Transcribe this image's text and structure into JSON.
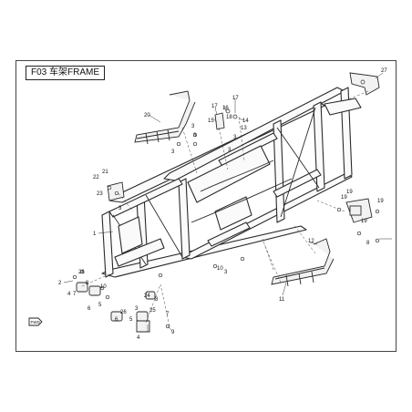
{
  "title": "F03 车架FRAME",
  "badge": "FWD",
  "callouts": [
    {
      "id": "c27",
      "label": "27"
    },
    {
      "id": "c20",
      "label": "20"
    },
    {
      "id": "c17a",
      "label": "17"
    },
    {
      "id": "c17b",
      "label": "17"
    },
    {
      "id": "c16",
      "label": "16"
    },
    {
      "id": "c15",
      "label": "15"
    },
    {
      "id": "c18",
      "label": "18"
    },
    {
      "id": "c14",
      "label": "14"
    },
    {
      "id": "c13",
      "label": "13"
    },
    {
      "id": "c12",
      "label": "12"
    },
    {
      "id": "c3a",
      "label": "3"
    },
    {
      "id": "c3b",
      "label": "3"
    },
    {
      "id": "c3c",
      "label": "3"
    },
    {
      "id": "c3d",
      "label": "3"
    },
    {
      "id": "c3e",
      "label": "3"
    },
    {
      "id": "c3f",
      "label": "3"
    },
    {
      "id": "c3g",
      "label": "3"
    },
    {
      "id": "c3h",
      "label": "3"
    },
    {
      "id": "c22",
      "label": "22"
    },
    {
      "id": "c21",
      "label": "21"
    },
    {
      "id": "c23",
      "label": "23"
    },
    {
      "id": "c19a",
      "label": "19"
    },
    {
      "id": "c19b",
      "label": "19"
    },
    {
      "id": "c19c",
      "label": "19"
    },
    {
      "id": "c19d",
      "label": "19"
    },
    {
      "id": "c1",
      "label": "1"
    },
    {
      "id": "c2",
      "label": "2"
    },
    {
      "id": "c26a",
      "label": "26"
    },
    {
      "id": "c26b",
      "label": "26"
    },
    {
      "id": "c4a",
      "label": "4"
    },
    {
      "id": "c4b",
      "label": "4"
    },
    {
      "id": "c5a",
      "label": "5"
    },
    {
      "id": "c5b",
      "label": "5"
    },
    {
      "id": "c6a",
      "label": "6"
    },
    {
      "id": "c6b",
      "label": "6"
    },
    {
      "id": "c7a",
      "label": "7"
    },
    {
      "id": "c7b",
      "label": "7"
    },
    {
      "id": "c8a",
      "label": "8"
    },
    {
      "id": "c8b",
      "label": "8"
    },
    {
      "id": "c8c",
      "label": "8"
    },
    {
      "id": "c9",
      "label": "9"
    },
    {
      "id": "c10a",
      "label": "10"
    },
    {
      "id": "c10b",
      "label": "10"
    },
    {
      "id": "c11",
      "label": "11"
    },
    {
      "id": "c24",
      "label": "24"
    },
    {
      "id": "c25",
      "label": "25"
    }
  ]
}
